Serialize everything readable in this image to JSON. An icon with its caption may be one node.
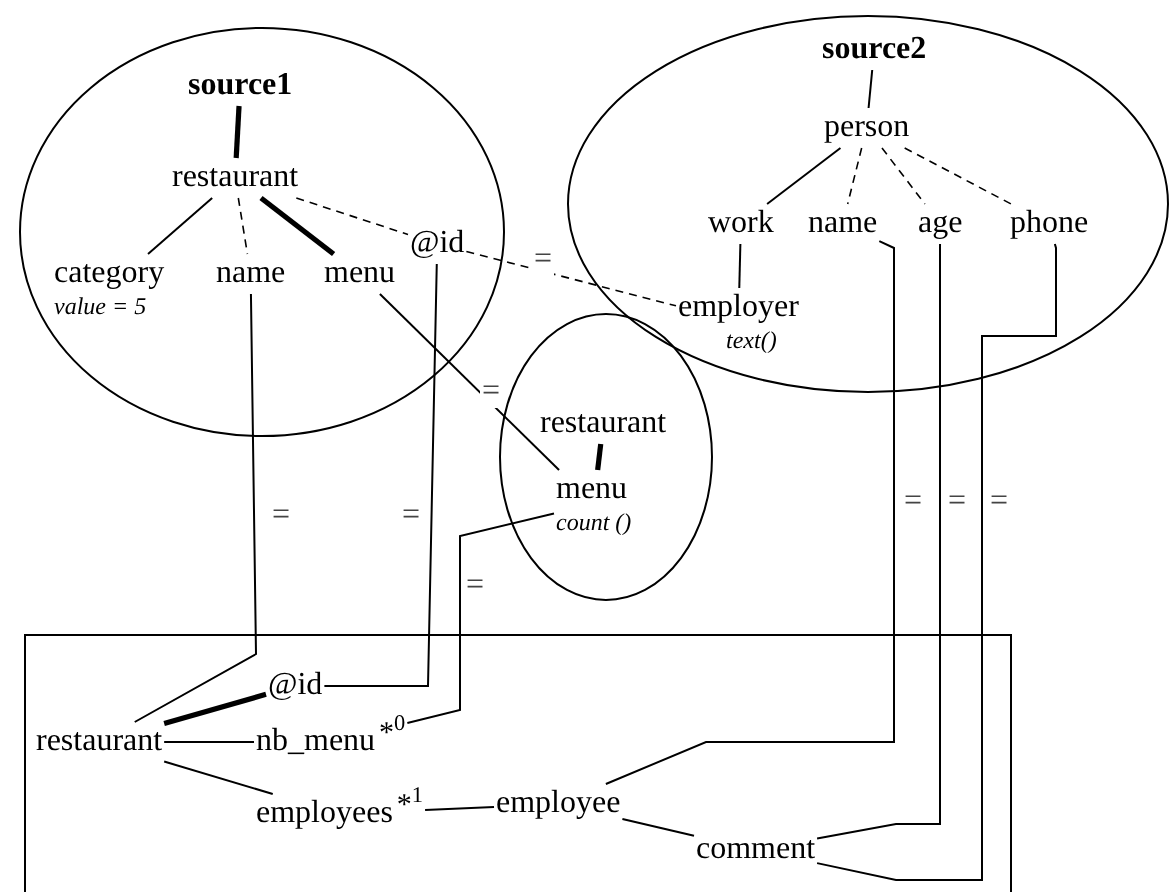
{
  "diagram": {
    "nodes": [
      {
        "text": [],
        "shape": "ellipse"
      },
      {
        "text": [
          "source1"
        ],
        "in": 0
      },
      {
        "text": [
          "restaurant"
        ],
        "in": 0
      },
      {
        "text": [
          "category"
        ],
        "in": 0,
        "beside": [
          "value = 5"
        ]
      },
      {
        "text": [
          "name"
        ],
        "in": 0
      },
      {
        "text": [
          "menu"
        ],
        "in": 0
      },
      {
        "text": [
          "@id"
        ],
        "in": 0
      },
      {
        "text": [],
        "shape": "ellipse"
      },
      {
        "text": [
          "source2"
        ],
        "in": 7
      },
      {
        "text": [
          "person"
        ],
        "in": 7
      },
      {
        "text": [
          "work"
        ],
        "in": 7
      },
      {
        "text": [
          "name"
        ],
        "in": 7
      },
      {
        "text": [
          "age"
        ],
        "in": 7
      },
      {
        "text": [
          "phone"
        ],
        "in": 7
      },
      {
        "text": [
          "employer"
        ],
        "in": 7,
        "beside": [
          "text()"
        ]
      },
      {
        "text": [],
        "shape": "circle"
      },
      {
        "text": [
          "restaurant"
        ],
        "in": 15
      },
      {
        "text": [
          "menu"
        ],
        "in": 15,
        "beside": [
          "count ()"
        ]
      },
      {
        "text": [],
        "shape": "box"
      },
      {
        "text": [
          "restaurant"
        ],
        "in": 18
      },
      {
        "text": [
          "@id"
        ],
        "in": 18
      },
      {
        "text": [
          "nb_menu"
        ],
        "in": 18,
        "beside": [
          "*$^{0}$"
        ]
      },
      {
        "text": [
          "employees"
        ],
        "in": 18,
        "beside": [
          "*$^{1}$"
        ]
      },
      {
        "text": [
          "employee"
        ],
        "in": 18
      },
      {
        "text": [
          "comment"
        ],
        "in": 18
      }
    ],
    "edges": [
      {
        "from": 1,
        "to": 2,
        "arrow": "none",
        "style": "thick"
      },
      {
        "from": 2,
        "to": 3,
        "arrow": "none"
      },
      {
        "from": 2,
        "to": 4,
        "arrow": "none",
        "style": "dashed"
      },
      {
        "from": 2,
        "to": 5,
        "arrow": "none",
        "style": "thick"
      },
      {
        "from": 2,
        "to": 6,
        "arrow": "none",
        "style": "dashed"
      },
      {
        "from": 8,
        "to": 9,
        "arrow": "none"
      },
      {
        "from": 9,
        "to": 10,
        "arrow": "none"
      },
      {
        "from": 9,
        "to": 11,
        "arrow": "none",
        "style": "dashed"
      },
      {
        "from": 9,
        "to": 12,
        "arrow": "none",
        "style": "dashed"
      },
      {
        "from": 9,
        "to": 13,
        "arrow": "none",
        "style": "dashed"
      },
      {
        "from": 10,
        "to": 14,
        "arrow": "none"
      },
      {
        "from": 6,
        "to": 14,
        "arrow": "none",
        "style": "dashed",
        "label": "="
      },
      {
        "from": 5,
        "to": 17,
        "arrow": "none",
        "label": "="
      },
      {
        "from": 16,
        "to": 17,
        "arrow": "none",
        "style": "thick"
      },
      {
        "from": 4,
        "to": 19,
        "arrow": "none",
        "label": "="
      },
      {
        "from": 6,
        "to": 20,
        "arrow": "none",
        "label": "="
      },
      {
        "from": 17,
        "to": 21,
        "arrow": "none",
        "label": "="
      },
      {
        "from": 11,
        "to": 23,
        "arrow": "none",
        "label": "="
      },
      {
        "from": 12,
        "to": 24,
        "arrow": "none",
        "label": "="
      },
      {
        "from": 13,
        "to": 24,
        "arrow": "none",
        "label": "="
      },
      {
        "from": 19,
        "to": 20,
        "arrow": "none",
        "style": "thick"
      },
      {
        "from": 19,
        "to": 21,
        "arrow": "none"
      },
      {
        "from": 19,
        "to": 22,
        "arrow": "none"
      },
      {
        "from": 22,
        "to": 23,
        "arrow": "none"
      },
      {
        "from": 23,
        "to": 24,
        "arrow": "none"
      }
    ]
  }
}
